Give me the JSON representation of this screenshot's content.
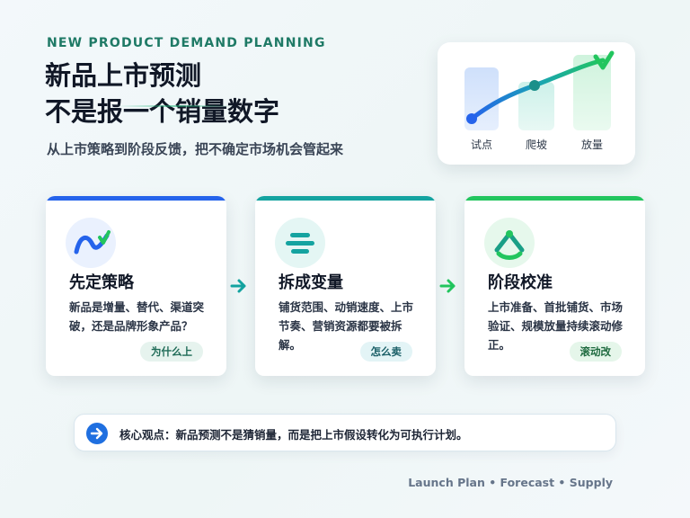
{
  "header": {
    "kicker": "NEW PRODUCT DEMAND PLANNING",
    "title_line1": "新品上市预测",
    "title_line2": "不是报一个销量数字",
    "subtitle": "从上市策略到阶段反馈，把不确定市场机会管起来"
  },
  "hero": {
    "phases": [
      "试点",
      "爬坡",
      "放量"
    ]
  },
  "steps": [
    {
      "title": "先定策略",
      "body": "新品是增量、替代、渠道突破，还是品牌形象产品？",
      "chip": "为什么上",
      "accent": "#2563eb"
    },
    {
      "title": "拆成变量",
      "body": "铺货范围、动销速度、上市节奏、营销资源都要被拆解。",
      "chip": "怎么卖",
      "accent": "#14a3a0"
    },
    {
      "title": "阶段校准",
      "body": "上市准备、首批铺货、市场验证、规模放量持续滚动修正。",
      "chip": "滚动改",
      "accent": "#22c55e"
    }
  ],
  "callout": {
    "text": "核心观点：新品预测不是猜销量，而是把上市假设转化为可执行计划。"
  },
  "footer": {
    "text": "Launch Plan • Forecast • Supply"
  }
}
